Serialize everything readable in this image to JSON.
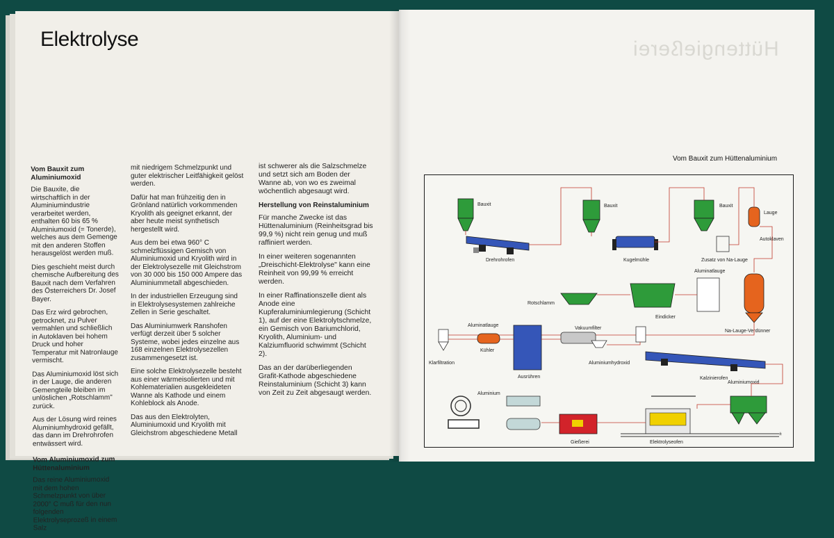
{
  "left_page": {
    "title": "Elektrolyse",
    "col1": {
      "heading1": "Vom Bauxit zum Aluminiumoxid",
      "p1": "Die Bauxite, die wirtschaftlich in der Aluminiumindustrie verarbeitet werden, enthalten 60 bis 65 % Aluminiumoxid (= Tonerde), welches aus dem Gemenge mit den anderen Stoffen herausgelöst werden muß.",
      "p2": "Dies geschieht meist durch chemische Aufbereitung des Bauxit nach dem Verfahren des Österreichers Dr. Josef Bayer.",
      "p3": "Das Erz wird gebrochen, getrocknet, zu Pulver vermahlen und schließlich in Autoklaven bei hohem Druck und hoher Temperatur mit Natronlauge vermischt.",
      "p4": "Das Aluminiumoxid löst sich in der Lauge, die anderen Gemengteile bleiben im unlöslichen „Rotschlamm\" zurück.",
      "p5": "Aus der Lösung wird reines Aluminiumhydroxid gefällt, das dann im Drehrohrofen entwässert wird.",
      "heading2": "Vom Aluminiumoxid zum Hüttenaluminium",
      "p6": "Das reine Aluminiumoxid mit dem hohen Schmelzpunkt von über 2000° C muß für den nun folgenden Elektrolyseprozeß in einem Salz"
    },
    "col2": {
      "p1": "mit niedrigem Schmelzpunkt und guter elektrischer Leitfähigkeit gelöst werden.",
      "p2": "Dafür hat man frühzeitig den in Grönland natürlich vorkommenden Kryolith als geeignet erkannt, der aber heute meist synthetisch hergestellt wird.",
      "p3": "Aus dem bei etwa 960° C schmelzflüssigen Gemisch von Aluminiumoxid und Kryolith wird in der Elektrolysezelle mit Gleichstrom von 30 000 bis 150 000 Ampere das Aluminiummetall abgeschieden.",
      "p4": "In der industriellen Erzeugung sind in Elektrolysesystemen zahlreiche Zellen in Serie geschaltet.",
      "p5": "Das Aluminiumwerk Ranshofen verfügt derzeit über 5 solcher Systeme, wobei jedes einzelne aus 168 einzelnen Elektrolysezellen zusammengesetzt ist.",
      "p6": "Eine solche Elektrolysezelle besteht aus einer wärmeisolierten und mit Kohlematerialien ausgekleideten Wanne als Kathode und einem Kohleblock als Anode.",
      "p7": "Das aus den Elektrolyten, Aluminiumoxid und Kryolith mit Gleichstrom abgeschiedene Metall"
    },
    "col3": {
      "p1": "ist schwerer als die Salzschmelze und setzt sich am Boden der Wanne ab, von wo es zweimal wöchentlich abgesaugt wird.",
      "heading": "Herstellung von Reinstaluminium",
      "p2": "Für manche Zwecke ist das Hüttenaluminium (Reinheitsgrad bis 99,9 %) nicht rein genug und muß raffiniert werden.",
      "p3": "In einer weiteren sogenannten „Dreischicht-Elektrolyse\" kann eine Reinheit von 99,99 % erreicht werden.",
      "p4": "In einer Raffinationszelle dient als Anode eine Kupferaluminiumlegierung (Schicht 1), auf der eine Elektrolytschmelze, ein Gemisch von Bariumchlorid, Kryolith, Aluminium- und Kalziumfluorid schwimmt (Schicht 2).",
      "p5": "Das an der darüberliegenden Grafit-Kathode abgeschiedene Reinstaluminium (Schicht 3) kann von Zeit zu Zeit abgesaugt werden."
    }
  },
  "right_page": {
    "ghost_title": "Hüttengießerei",
    "caption": "Vom Bauxit zum Hüttenaluminium",
    "labels": {
      "bauxit": "Bauxit",
      "drehrohrofen": "Drehrohrofen",
      "kugelmuehle": "Kugelmühle",
      "zusatz": "Zusatz von Na-Lauge",
      "lauge": "Lauge",
      "autoklaven": "Autoklaven",
      "aluminatlauge": "Aluminatlauge",
      "rotschlamm": "Rotschlamm",
      "eindicker": "Eindicker",
      "verduenner": "Na-Lauge-Verdünner",
      "kuehler": "Kühler",
      "vakuumfilter": "Vakuumfilter",
      "klarfiltration": "Klarfiltration",
      "ausruehren": "Ausrühren",
      "aluminiumhydroxid": "Aluminiumhydroxid",
      "kalzinierofen": "Kalzinierofen",
      "aluminiumoxid": "Aluminiumoxid",
      "aluminium": "Aluminium",
      "giesserei": "Gießerei",
      "elektrolyseofen": "Elektrolyseofen",
      "plusminus": "±"
    }
  },
  "colors": {
    "green": "#2e9b3a",
    "blue": "#3556b8",
    "orange": "#e5641e",
    "red": "#d2232a",
    "line": "#c0392b"
  }
}
